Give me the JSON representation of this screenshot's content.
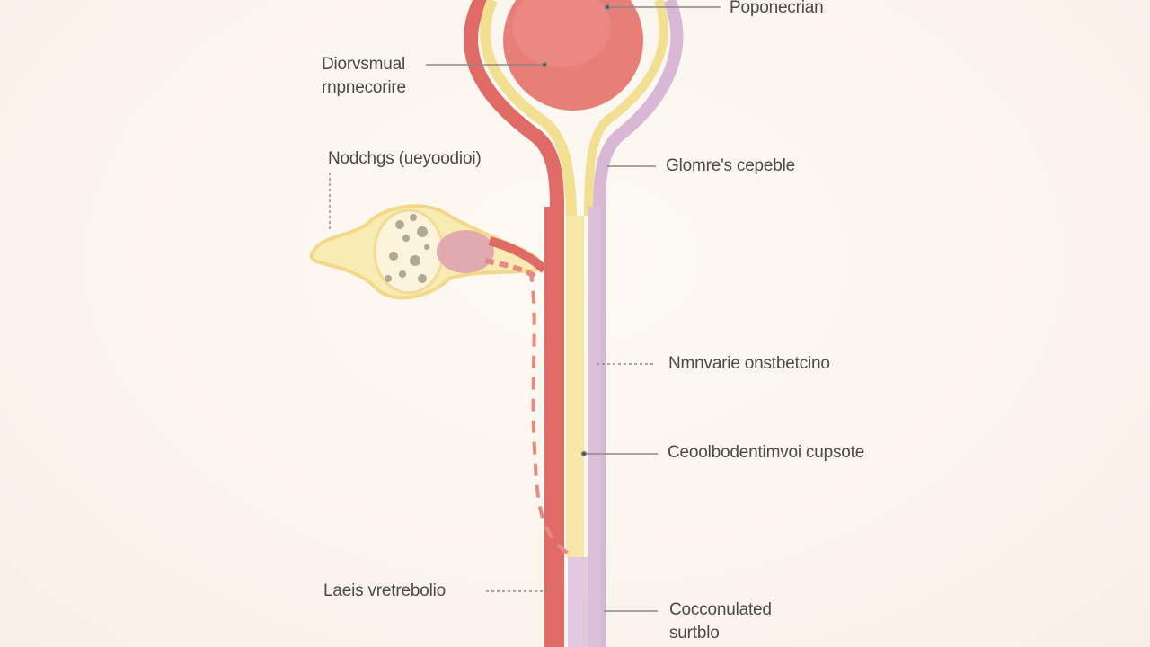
{
  "labels": {
    "top_right": "Poponecrian",
    "left_upper_line1": "Diorvsmual",
    "left_upper_line2": "rnpnecorire",
    "left_middle": "Nodchgs (ueyoodioi)",
    "right_upper": "Glomre's cepeble",
    "right_middle": "Nmnvarie onstbetcino",
    "right_lower": "Ceoolbodentimvoi cupsote",
    "left_bottom": "Laeis vretrebolio",
    "right_bottom_line1": "Cocconulated",
    "right_bottom_line2": "surtblo"
  },
  "colors": {
    "background": "#fbf6ef",
    "vessel_red": "#e06a66",
    "capsule_yellow": "#f2df92",
    "tubule_purple": "#d9b8d6",
    "glomerulus_fill": "#e77f78",
    "leader_line": "#8a8a8a"
  }
}
